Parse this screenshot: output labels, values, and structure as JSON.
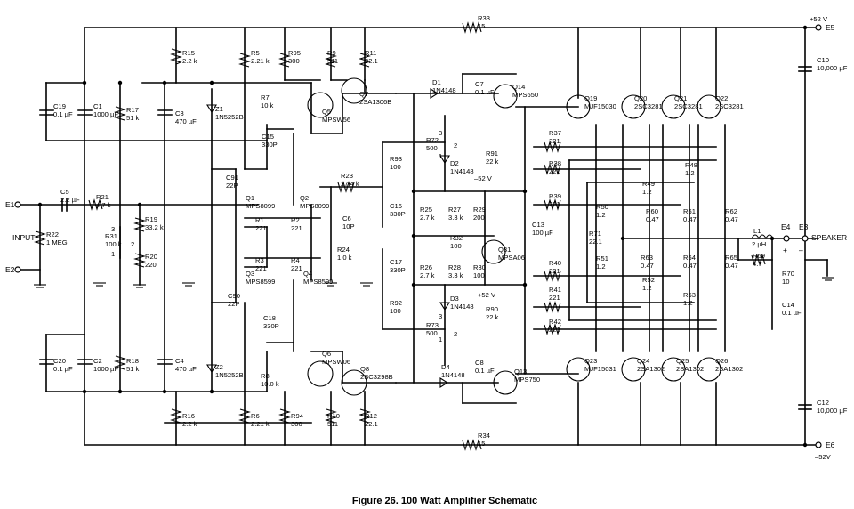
{
  "caption": "Figure 26. 100 Watt Amplifier Schematic",
  "terminals": {
    "e1": "E1",
    "e2": "E2",
    "e3": "E3",
    "e4": "E4",
    "e5": "E5",
    "e6": "E6",
    "input": "INPUT",
    "speaker": "SPEAKER",
    "pos_rail": "+52 V",
    "neg_rail": "–52V",
    "pos_rail_inner": "+52 V",
    "neg_rail_inner": "–52 V",
    "plus_sign": "+",
    "minus_sign": "–"
  },
  "resistors": [
    {
      "ref": "R1",
      "value": "221"
    },
    {
      "ref": "R2",
      "value": "221"
    },
    {
      "ref": "R3",
      "value": "221"
    },
    {
      "ref": "R4",
      "value": "221"
    },
    {
      "ref": "R5",
      "value": "2.21 k"
    },
    {
      "ref": "R6",
      "value": "2.21 k"
    },
    {
      "ref": "R7",
      "value": "10 k"
    },
    {
      "ref": "R8",
      "value": "10.0 k"
    },
    {
      "ref": "R9",
      "value": "511"
    },
    {
      "ref": "R10",
      "value": "511"
    },
    {
      "ref": "R11",
      "value": "22.1"
    },
    {
      "ref": "R12",
      "value": "22.1"
    },
    {
      "ref": "R15",
      "value": "2.2 k"
    },
    {
      "ref": "R16",
      "value": "2.2 k"
    },
    {
      "ref": "R17",
      "value": "51 k"
    },
    {
      "ref": "R18",
      "value": "51 k"
    },
    {
      "ref": "R19",
      "value": "33.2 k"
    },
    {
      "ref": "R20",
      "value": "220"
    },
    {
      "ref": "R21",
      "value": "4.7 k"
    },
    {
      "ref": "R22",
      "value": "1 MEG"
    },
    {
      "ref": "R23",
      "value": "27.4 k"
    },
    {
      "ref": "R24",
      "value": "1.0 k"
    },
    {
      "ref": "R25",
      "value": "2.7 k"
    },
    {
      "ref": "R26",
      "value": "2.7 k"
    },
    {
      "ref": "R27",
      "value": "3.3 k"
    },
    {
      "ref": "R28",
      "value": "3.3 k"
    },
    {
      "ref": "R29",
      "value": "200"
    },
    {
      "ref": "R30",
      "value": "100"
    },
    {
      "ref": "R31",
      "value": "100 k"
    },
    {
      "ref": "R32",
      "value": "100"
    },
    {
      "ref": "R33",
      "value": "15"
    },
    {
      "ref": "R34",
      "value": "15"
    },
    {
      "ref": "R37",
      "value": "221"
    },
    {
      "ref": "R38",
      "value": "221"
    },
    {
      "ref": "R39",
      "value": "221"
    },
    {
      "ref": "R40",
      "value": "221"
    },
    {
      "ref": "R41",
      "value": "221"
    },
    {
      "ref": "R42",
      "value": "221"
    },
    {
      "ref": "R48",
      "value": "1.2"
    },
    {
      "ref": "R49",
      "value": "1.2"
    },
    {
      "ref": "R50",
      "value": "1.2"
    },
    {
      "ref": "R51",
      "value": "1.2"
    },
    {
      "ref": "R52",
      "value": "1.2"
    },
    {
      "ref": "R53",
      "value": "1.2"
    },
    {
      "ref": "R60",
      "value": "0.47"
    },
    {
      "ref": "R61",
      "value": "0.47"
    },
    {
      "ref": "R62",
      "value": "0.47"
    },
    {
      "ref": "R63",
      "value": "0.47"
    },
    {
      "ref": "R64",
      "value": "0.47"
    },
    {
      "ref": "R65",
      "value": "0.47"
    },
    {
      "ref": "R69",
      "value": "4.7"
    },
    {
      "ref": "R70",
      "value": "10"
    },
    {
      "ref": "R71",
      "value": "22.1"
    },
    {
      "ref": "R72",
      "value": "500"
    },
    {
      "ref": "R73",
      "value": "500"
    },
    {
      "ref": "R90",
      "value": "22 k"
    },
    {
      "ref": "R91",
      "value": "22 k"
    },
    {
      "ref": "R92",
      "value": "100"
    },
    {
      "ref": "R93",
      "value": "100"
    },
    {
      "ref": "R94",
      "value": "300"
    },
    {
      "ref": "R95",
      "value": "300"
    }
  ],
  "capacitors": [
    {
      "ref": "C1",
      "value": "1000 µF"
    },
    {
      "ref": "C2",
      "value": "1000 µF"
    },
    {
      "ref": "C3",
      "value": "470 µF"
    },
    {
      "ref": "C4",
      "value": "470 µF"
    },
    {
      "ref": "C5",
      "value": "2.2 µF"
    },
    {
      "ref": "C6",
      "value": "10P"
    },
    {
      "ref": "C7",
      "value": "0.1 µF"
    },
    {
      "ref": "C8",
      "value": "0.1 µF"
    },
    {
      "ref": "C10",
      "value": "10,000 µF"
    },
    {
      "ref": "C12",
      "value": "10,000 µF"
    },
    {
      "ref": "C13",
      "value": "100 µF"
    },
    {
      "ref": "C14",
      "value": "0.1 µF"
    },
    {
      "ref": "C15",
      "value": "330P"
    },
    {
      "ref": "C16",
      "value": "330P"
    },
    {
      "ref": "C17",
      "value": "330P"
    },
    {
      "ref": "C18",
      "value": "330P"
    },
    {
      "ref": "C19",
      "value": "0.1 µF"
    },
    {
      "ref": "C20",
      "value": "0.1 µF"
    },
    {
      "ref": "C90",
      "value": "22P"
    },
    {
      "ref": "C91",
      "value": "22P"
    }
  ],
  "transistors": [
    {
      "ref": "Q1",
      "part": "MPS8099"
    },
    {
      "ref": "Q2",
      "part": "MPS8099"
    },
    {
      "ref": "Q3",
      "part": "MPS8599"
    },
    {
      "ref": "Q4",
      "part": "MPS8599"
    },
    {
      "ref": "Q5",
      "part": "MPSW56"
    },
    {
      "ref": "Q6",
      "part": "MPSW06"
    },
    {
      "ref": "Q7",
      "part": "2SA1306B"
    },
    {
      "ref": "Q8",
      "part": "2SC3298B"
    },
    {
      "ref": "Q13",
      "part": "MPS750"
    },
    {
      "ref": "Q14",
      "part": "MPS650"
    },
    {
      "ref": "Q19",
      "part": "MJF15030"
    },
    {
      "ref": "Q20",
      "part": "2SC3281"
    },
    {
      "ref": "Q21",
      "part": "2SC3281"
    },
    {
      "ref": "Q22",
      "part": "2SC3281"
    },
    {
      "ref": "Q23",
      "part": "MJF15031"
    },
    {
      "ref": "Q24",
      "part": "2SA1302"
    },
    {
      "ref": "Q25",
      "part": "2SA1302"
    },
    {
      "ref": "Q26",
      "part": "2SA1302"
    },
    {
      "ref": "Q31",
      "part": "MPSA06"
    }
  ],
  "diodes": [
    {
      "ref": "D1",
      "part": "1N4148"
    },
    {
      "ref": "D2",
      "part": "1N4148"
    },
    {
      "ref": "D3",
      "part": "1N4148"
    },
    {
      "ref": "D4",
      "part": "1N4148"
    },
    {
      "ref": "Z1",
      "part": "1N5252B"
    },
    {
      "ref": "Z2",
      "part": "1N5252B"
    }
  ],
  "inductors": [
    {
      "ref": "L1",
      "value": "2 µH"
    }
  ],
  "pot_pins": {
    "p1": "1",
    "p2": "2",
    "p3": "3"
  }
}
